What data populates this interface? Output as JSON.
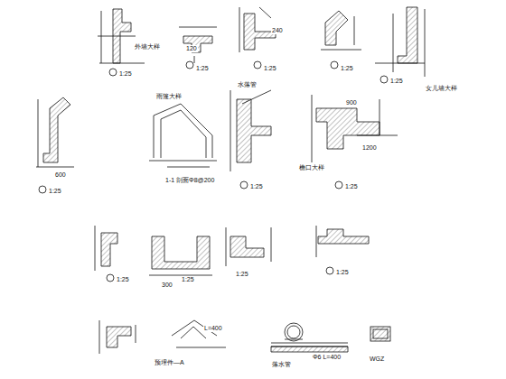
{
  "diagram": {
    "labels": [
      "1:25",
      "1:25",
      "1:25",
      "1:25",
      "1:25",
      "1:25",
      "1:25",
      "1:25",
      "1:25",
      "1:25",
      "1:25",
      "1:25",
      "1-1 剖面Φ8@200",
      "水落管",
      "外墙大样",
      "女儿墙大样",
      "檐口大样",
      "预埋件—A",
      "落水管",
      "Φ6 L=400",
      "WGZ",
      "120",
      "240",
      "600",
      "300",
      "900",
      "1200",
      "L=400",
      "雨篷大样"
    ]
  }
}
